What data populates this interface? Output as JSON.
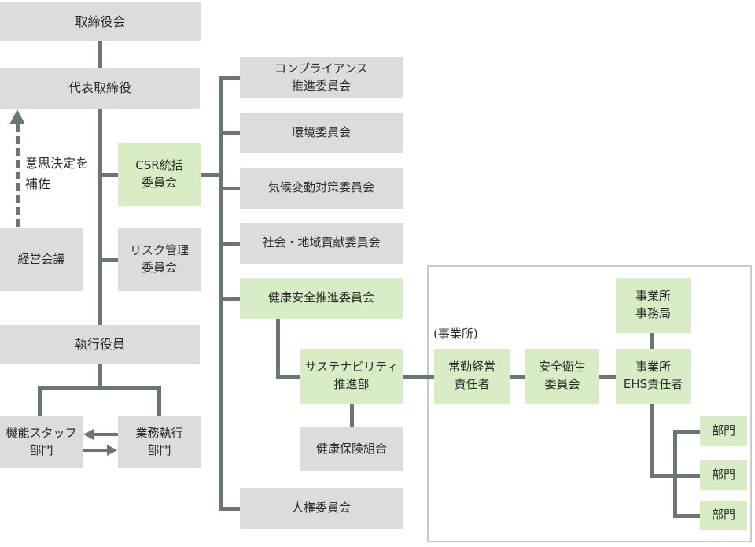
{
  "colors": {
    "box_gray": "#dcdcdc",
    "box_green": "#d8edc6",
    "line": "#6b7571",
    "text": "#2b2b2b",
    "frame_border": "#c9c9c9",
    "background": "#ffffff"
  },
  "nodes": {
    "board": {
      "label": "取締役会"
    },
    "ceo": {
      "label": "代表取締役"
    },
    "management_meeting": {
      "label": "経営会議"
    },
    "csr_committee": {
      "line1": "CSR統括",
      "line2": "委員会"
    },
    "risk_committee": {
      "line1": "リスク管理",
      "line2": "委員会"
    },
    "executive_officers": {
      "label": "執行役員"
    },
    "functional_staff": {
      "line1": "機能スタッフ",
      "line2": "部門"
    },
    "business_execution": {
      "line1": "業務執行",
      "line2": "部門"
    },
    "compliance_committee": {
      "line1": "コンプライアンス",
      "line2": "推進委員会"
    },
    "environment_committee": {
      "label": "環境委員会"
    },
    "climate_committee": {
      "label": "気候変動対策委員会"
    },
    "social_committee": {
      "label": "社会・地域貢献委員会"
    },
    "health_safety_committee": {
      "label": "健康安全推進委員会"
    },
    "human_rights_committee": {
      "label": "人権委員会"
    },
    "sustainability_dept": {
      "line1": "サステナビリティ",
      "line2": "推進部"
    },
    "health_insurance": {
      "label": "健康保険組合"
    },
    "site_manager": {
      "line1": "常勤経営",
      "line2": "責任者"
    },
    "safety_committee": {
      "line1": "安全衛生",
      "line2": "委員会"
    },
    "site_office": {
      "line1": "事業所",
      "line2": "事務局"
    },
    "site_ehs": {
      "line1": "事業所",
      "line2": "EHS責任者"
    },
    "department": {
      "label": "部門"
    }
  },
  "annotations": {
    "decision_support": {
      "line1": "意思決定を",
      "line2": "補佐"
    },
    "site_area_label": "(事業所)"
  }
}
